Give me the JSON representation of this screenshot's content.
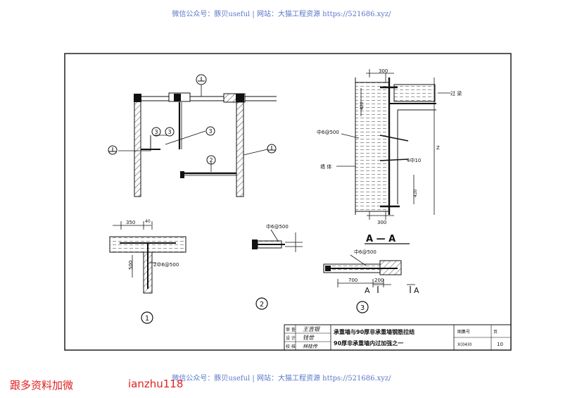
{
  "watermark": {
    "top": "微信公众号：豚贝useful | 网站：大猫工程资源 https://521686.xyz/",
    "bottom": "微信公众号：豚贝useful | 网站：大猫工程资源 https://521686.xyz/"
  },
  "notes": {
    "left": "跟多资料加微",
    "right": "ianzhu118"
  },
  "drawing": {
    "plan_markers": [
      "1",
      "3",
      "3",
      "1",
      "2",
      "1"
    ],
    "section_aa": {
      "title": "A — A",
      "dim_top": "300",
      "dim_bottom": "300",
      "dim_upper": "420",
      "dim_lower": "420",
      "label_beam": "过 梁",
      "label_rebar_top": "中6@500",
      "label_wall": "墙 体",
      "label_rebar_mid": "4中10",
      "label_z": "Z"
    },
    "detail1": {
      "number": "1",
      "dim_top_left": "350",
      "dim_top_right": "40",
      "dim_vertical": "500",
      "label_rebar": "2中6@500"
    },
    "detail2": {
      "number": "2",
      "label_rebar": "中6@500"
    },
    "detail3": {
      "number": "3",
      "label_rebar": "中6@500",
      "dim_left": "700",
      "dim_right": "200",
      "section_mark_left": "A",
      "section_mark_right": "A"
    },
    "title_block": {
      "row1_label": "审 查",
      "row1_sign": "王吉银",
      "row2_label": "设 计",
      "row2_sign": "钱世",
      "row3_label": "校 核",
      "row3_sign": "林桂传",
      "title_line1": "承重墙与90厚非承重墙钢筋拉结",
      "title_line2": "90厚非承重墙内过加强之一",
      "atlas_label": "图集号",
      "atlas_value": "X(04)0",
      "page_label": "页",
      "page_value": "10"
    }
  }
}
